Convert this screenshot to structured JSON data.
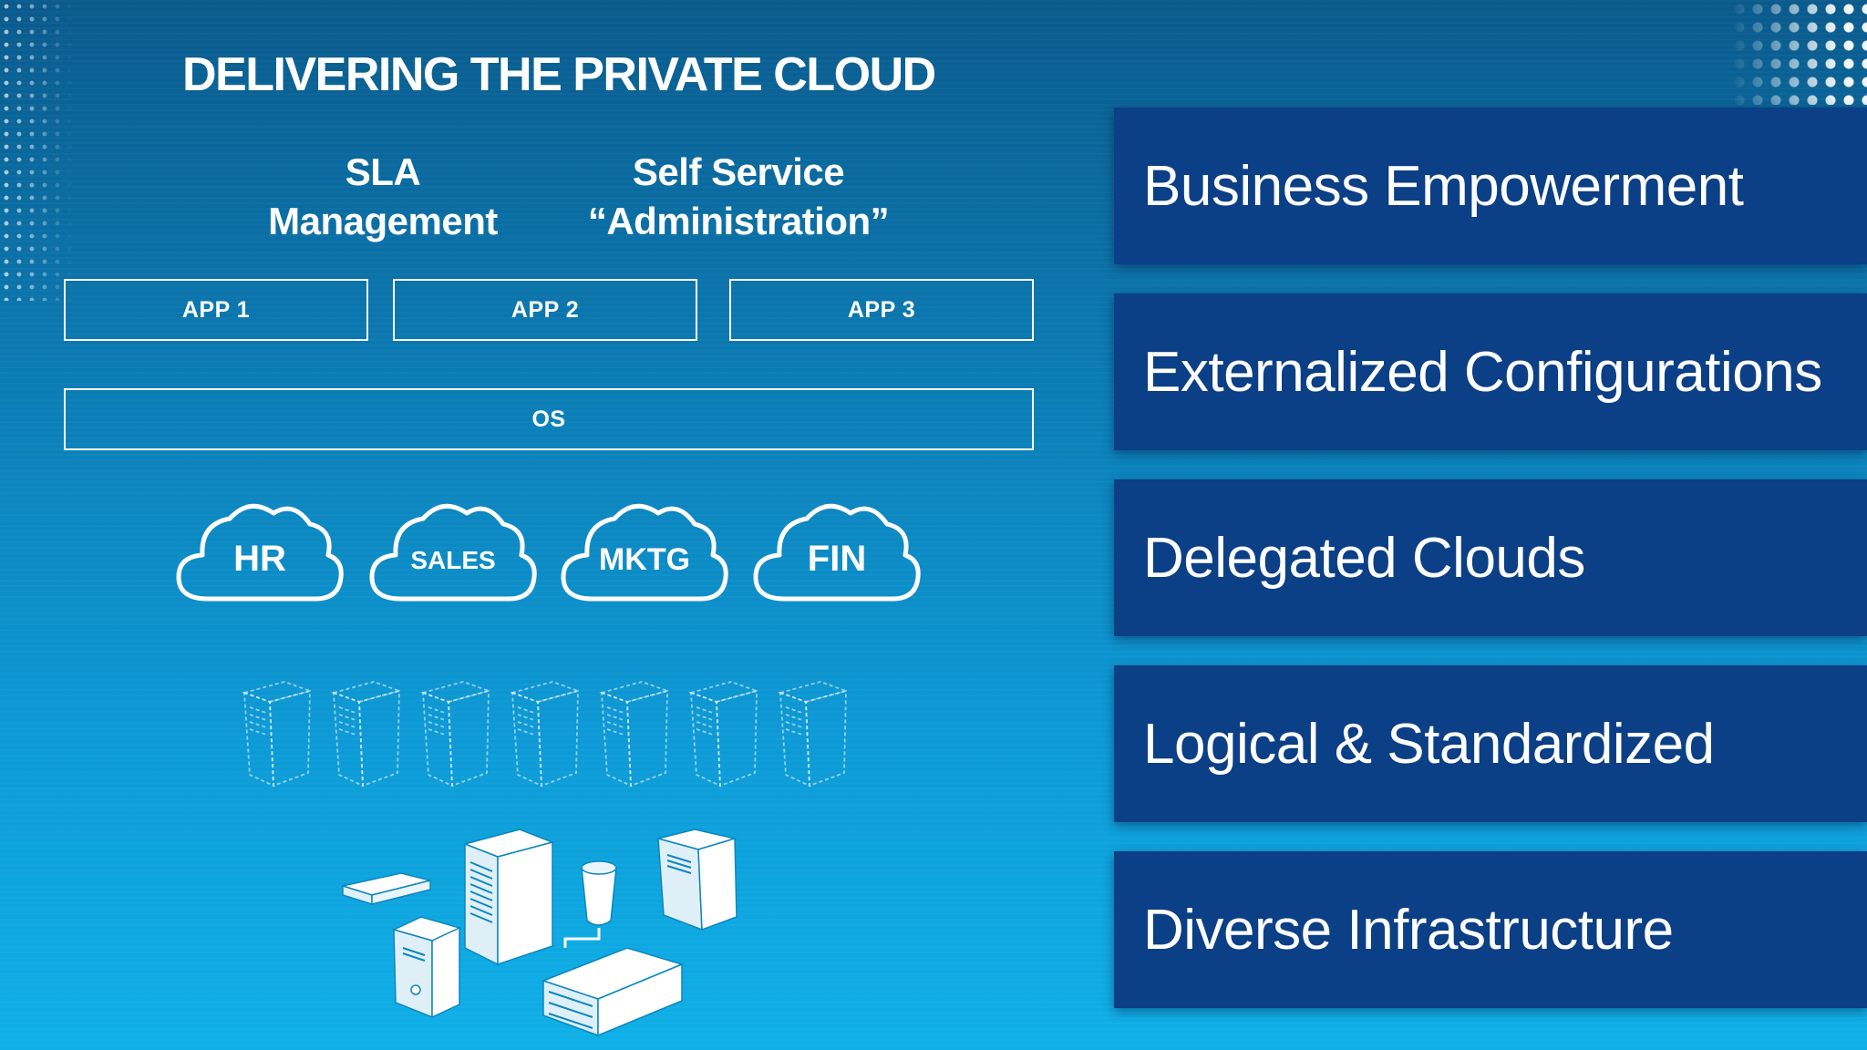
{
  "slide": {
    "title": "DELIVERING THE PRIVATE CLOUD",
    "subheadings": {
      "sla_line1": "SLA",
      "sla_line2": "Management",
      "self_line1": "Self Service",
      "self_line2": "“Administration”"
    },
    "apps": [
      "APP 1",
      "APP 2",
      "APP 3"
    ],
    "os_label": "OS",
    "clouds": [
      "HR",
      "SALES",
      "MKTG",
      "FIN"
    ],
    "ghost_server_count": 7,
    "panels": [
      "Business Empowerment",
      "Externalized Configurations",
      "Delegated Clouds",
      "Logical & Standardized",
      "Diverse Infrastructure"
    ],
    "colors": {
      "panel": "#0b3f86",
      "background_top": "#0a5a8c",
      "background_bottom": "#0fb0e8",
      "line": "#ffffff"
    },
    "icons": [
      "cloud-icon",
      "server-tower-icon",
      "server-rack-icon",
      "database-icon"
    ]
  }
}
